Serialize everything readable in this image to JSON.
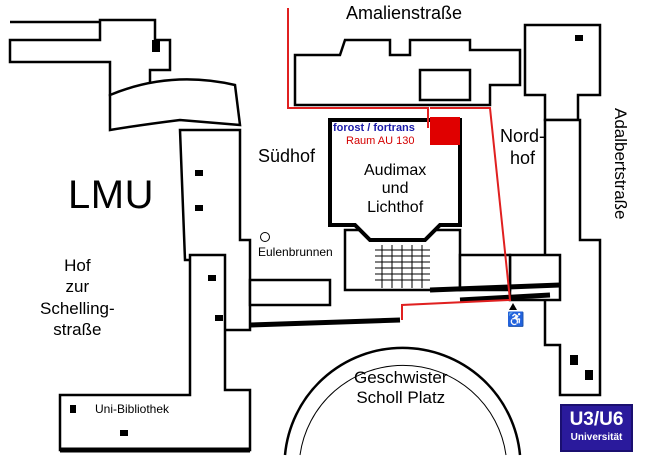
{
  "map": {
    "labels": {
      "amalienstrasse": "Amalienstraße",
      "adalbertstrasse": "Adalbertstraße",
      "lmu": "LMU",
      "suedhof": "Südhof",
      "nordhof": "Nord-\nhof",
      "audimax": "Audimax\nund\nLichthof",
      "eulenbrunnen": "Eulenbrunnen",
      "hof_schelling": "Hof\nzur\nSchelling-\nstraße",
      "geschwister": "Geschwister\nScholl Platz",
      "bibliothek": "Uni-Bibliothek"
    },
    "room": {
      "group": "forost / fortrans",
      "room": "Raum AU 130",
      "group_color": "#1a1aa8",
      "room_color": "#d40000",
      "marker_color": "#e00000"
    },
    "ubahn": {
      "line": "U3/U6",
      "station": "Universität",
      "color": "#2a1a9c"
    },
    "route_color": "#e02020",
    "icons": [
      "fountain-icon",
      "wheelchair-icon",
      "entrance-triangle-icon"
    ]
  }
}
